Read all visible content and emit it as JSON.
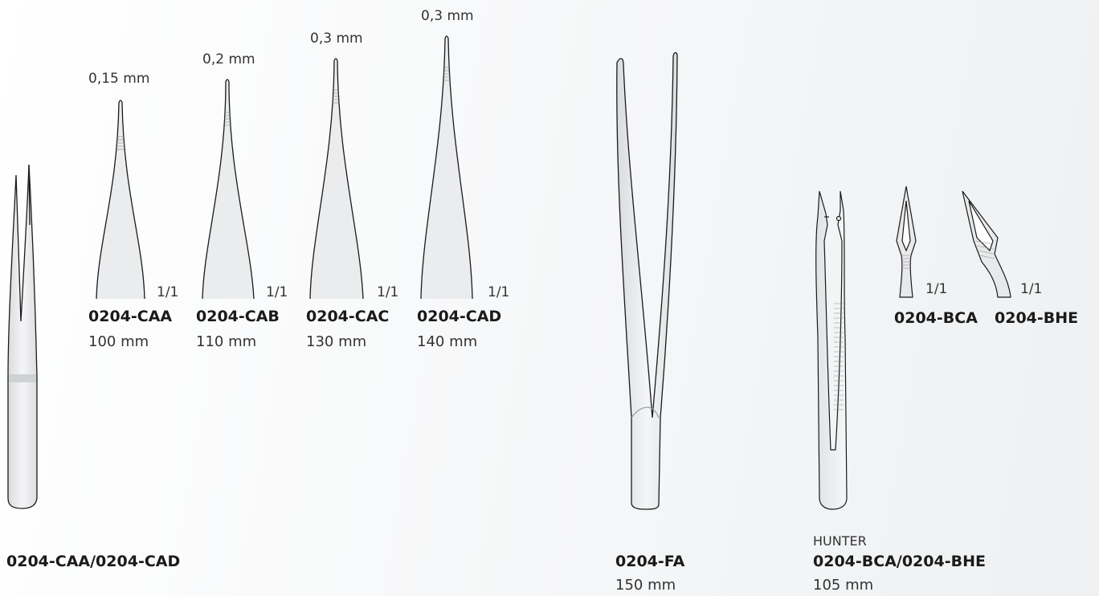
{
  "catalog": {
    "group_a": {
      "set_code": "0204-CAA/0204-CAD",
      "tips": [
        {
          "code": "0204-CAA",
          "length": "100 mm",
          "tip_width": "0,15 mm",
          "scale": "1/1"
        },
        {
          "code": "0204-CAB",
          "length": "110 mm",
          "tip_width": "0,2 mm",
          "scale": "1/1"
        },
        {
          "code": "0204-CAC",
          "length": "130 mm",
          "tip_width": "0,3 mm",
          "scale": "1/1"
        },
        {
          "code": "0204-CAD",
          "length": "140 mm",
          "tip_width": "0,3 mm",
          "scale": "1/1"
        }
      ]
    },
    "group_fa": {
      "code": "0204-FA",
      "length": "150 mm"
    },
    "group_b": {
      "brand": "HUNTER",
      "set_code": "0204-BCA/0204-BHE",
      "length": "105 mm",
      "tips": [
        {
          "code": "0204-BCA",
          "scale": "1/1"
        },
        {
          "code": "0204-BHE",
          "scale": "1/1"
        }
      ]
    }
  },
  "colors": {
    "steel_fill": "#ececec",
    "outline": "#1a1a1a",
    "text": "#1a1a1a"
  }
}
